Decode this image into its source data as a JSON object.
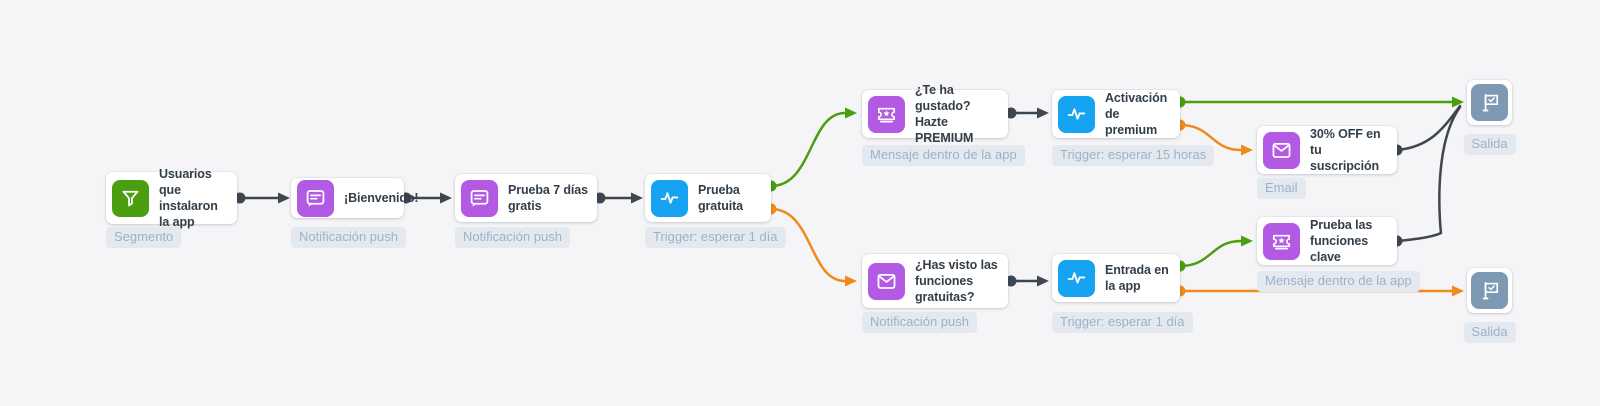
{
  "app": {
    "view": "customer-journey-flow"
  },
  "colors": {
    "green": "#4a9e0f",
    "purple": "#b25ae4",
    "blue": "#16a3f2",
    "slate": "#7e99b4",
    "dark": "#3d4751",
    "orange": "#ef8a1d",
    "badge_bg": "#e4e9ef",
    "badge_text": "#9cb2c8",
    "card_text": "#333e48",
    "background": "#f5f5f7"
  },
  "nodes": [
    {
      "id": "segment",
      "icon": "filter-icon",
      "color": "green",
      "label": "Usuarios que instalaron la app",
      "badge": "Segmento"
    },
    {
      "id": "welcome",
      "icon": "push-notification-icon",
      "color": "purple",
      "label": "¡Bienvenido!",
      "badge": "Notificación push"
    },
    {
      "id": "free-trial-7days",
      "icon": "push-notification-icon",
      "color": "purple",
      "label": "Prueba 7 días gratis",
      "badge": "Notificación push"
    },
    {
      "id": "trial-trigger",
      "icon": "activity-icon",
      "color": "blue",
      "label": "Prueba gratuita",
      "badge": "Trigger: esperar 1 día"
    },
    {
      "id": "premium-offer",
      "icon": "ticket-icon",
      "color": "purple",
      "label": "¿Te ha gustado? Hazte PREMIUM",
      "badge": "Mensaje dentro de la app"
    },
    {
      "id": "premium-activation",
      "icon": "activity-icon",
      "color": "blue",
      "label": "Activación de premium",
      "badge": "Trigger: esperar 15 horas"
    },
    {
      "id": "discount-email",
      "icon": "email-icon",
      "color": "purple",
      "label": "30% OFF en tu suscripción",
      "badge": "Email"
    },
    {
      "id": "exit-top",
      "icon": "flag-icon",
      "color": "slate",
      "label": "",
      "badge": "Salida"
    },
    {
      "id": "seen-features",
      "icon": "email-icon",
      "color": "purple",
      "label": "¿Has visto las funciones gratuitas?",
      "badge": "Notificación push"
    },
    {
      "id": "app-entry",
      "icon": "activity-icon",
      "color": "blue",
      "label": "Entrada en la app",
      "badge": "Trigger: esperar 1 día"
    },
    {
      "id": "key-features",
      "icon": "ticket-icon",
      "color": "purple",
      "label": "Prueba las funciones clave",
      "badge": "Mensaje dentro de la app"
    },
    {
      "id": "exit-bottom",
      "icon": "flag-icon",
      "color": "slate",
      "label": "",
      "badge": "Salida"
    }
  ],
  "edges": [
    {
      "from": "segment",
      "to": "welcome",
      "color": "dark"
    },
    {
      "from": "welcome",
      "to": "free-trial-7days",
      "color": "dark"
    },
    {
      "from": "free-trial-7days",
      "to": "trial-trigger",
      "color": "dark"
    },
    {
      "from": "trial-trigger",
      "to": "premium-offer",
      "color": "green"
    },
    {
      "from": "trial-trigger",
      "to": "seen-features",
      "color": "orange"
    },
    {
      "from": "premium-offer",
      "to": "premium-activation",
      "color": "dark"
    },
    {
      "from": "premium-activation",
      "to": "exit-top",
      "color": "green"
    },
    {
      "from": "premium-activation",
      "to": "discount-email",
      "color": "orange"
    },
    {
      "from": "discount-email",
      "to": "exit-top",
      "color": "dark"
    },
    {
      "from": "seen-features",
      "to": "app-entry",
      "color": "dark"
    },
    {
      "from": "app-entry",
      "to": "key-features",
      "color": "green"
    },
    {
      "from": "app-entry",
      "to": "exit-bottom",
      "color": "orange"
    },
    {
      "from": "key-features",
      "to": "exit-top",
      "color": "dark"
    }
  ]
}
